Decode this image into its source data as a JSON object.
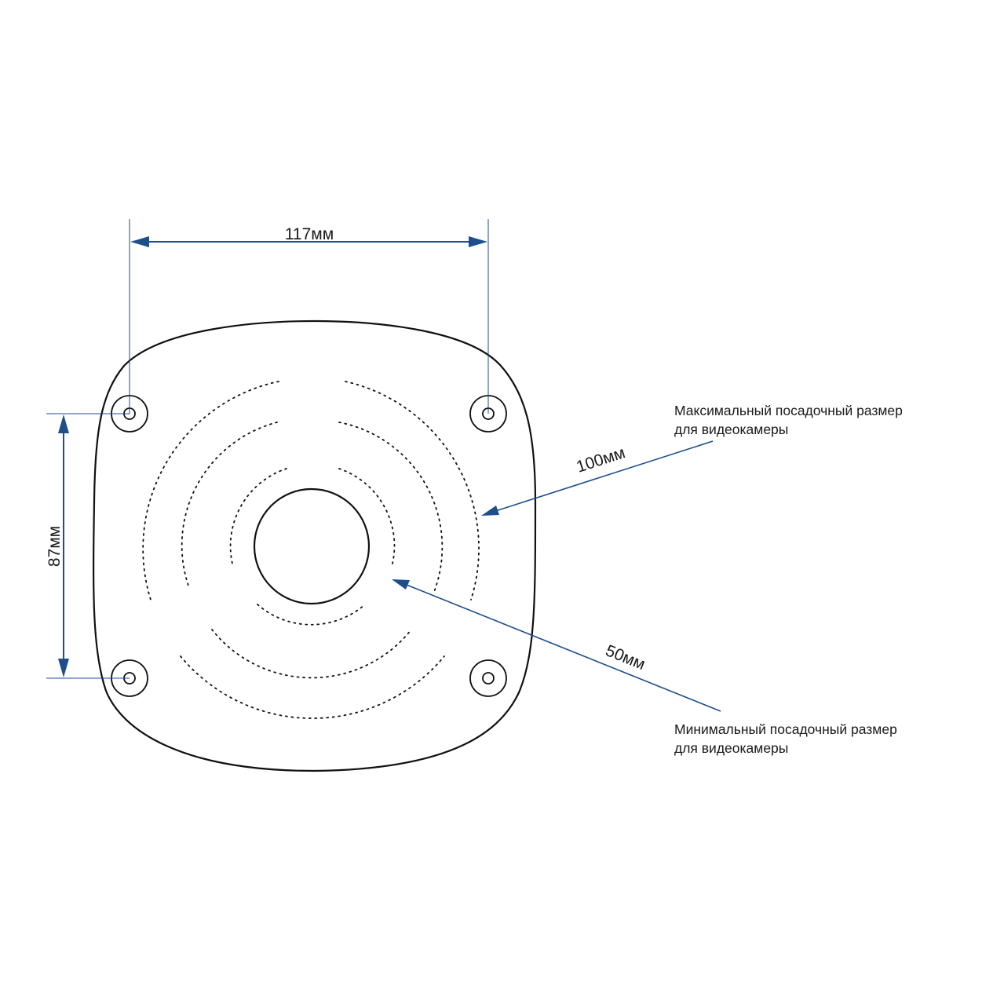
{
  "dimensions": {
    "width_label": "117мм",
    "height_label": "87мм",
    "max_diameter_label": "100мм",
    "min_diameter_label": "50мм"
  },
  "notes": {
    "max": {
      "line1": "Максимальный посадочный размер",
      "line2": "для видеокамеры"
    },
    "min": {
      "line1": "Минимальный посадочный размер",
      "line2": "для видеокамеры"
    }
  },
  "colors": {
    "outline": "#111111",
    "dimension": "#1f4e8c"
  }
}
